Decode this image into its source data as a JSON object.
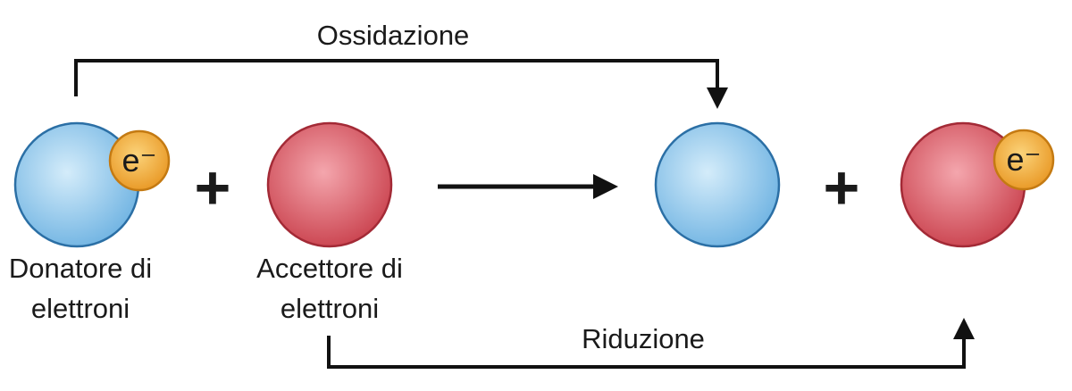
{
  "oxidation_label": "Ossidazione",
  "reduction_label": "Riduzione",
  "plus_symbol": "+",
  "electron_symbol": "e⁻",
  "donor": {
    "line1": "Donatore di",
    "line2": "elettroni"
  },
  "acceptor": {
    "line1": "Accettore di",
    "line2": "elettroni"
  },
  "colors": {
    "donor_fill": "#8ec9ee",
    "donor_stroke": "#2b6fa5",
    "acceptor_fill": "#dc6b74",
    "acceptor_stroke": "#a32a36",
    "electron_fill": "#f3b046",
    "electron_stroke": "#c47a12",
    "arrow": "#111111"
  }
}
